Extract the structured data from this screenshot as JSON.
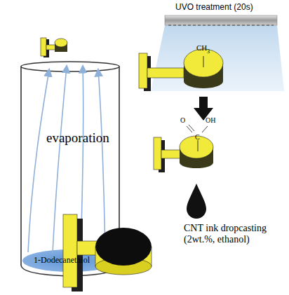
{
  "diagram": {
    "labels": [
      "UVO treatment (20s)",
      "evaporation",
      "1-Dodecanethiol",
      "CH",
      "3",
      "O",
      "C",
      "OH",
      "CNT ink dropcasting (2wt.%, ethanol)"
    ]
  }
}
